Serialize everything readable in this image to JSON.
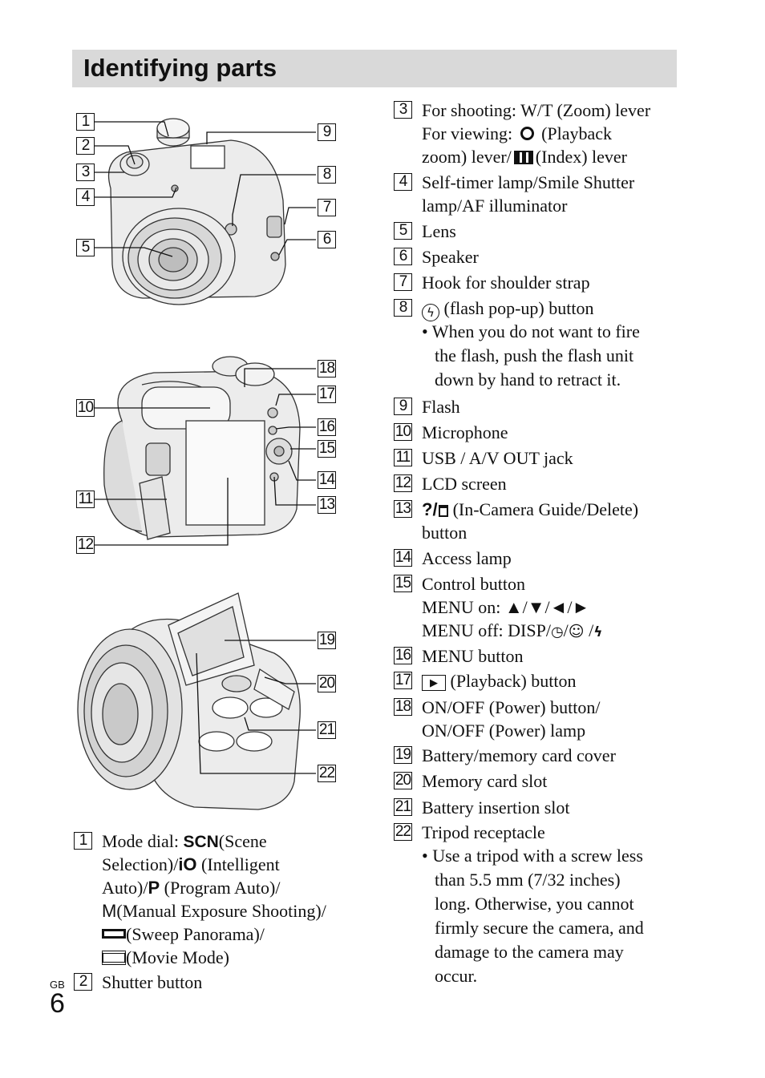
{
  "section_title": "Identifying parts",
  "page": {
    "lang_code": "GB",
    "number": "6"
  },
  "callouts": [
    "1",
    "2",
    "3",
    "4",
    "5",
    "6",
    "7",
    "8",
    "9",
    "10",
    "11",
    "12",
    "13",
    "14",
    "15",
    "16",
    "17",
    "18",
    "19",
    "20",
    "21",
    "22"
  ],
  "left_items": {
    "item1": {
      "num": "1",
      "lines": [
        "Mode dial:",
        "(Scene",
        "Selection)/",
        "(Intelligent",
        "Auto)/",
        "(Program Auto)/",
        "(Manual Exposure Shooting)/",
        "(Sweep Panorama)/",
        "(Movie Mode)"
      ],
      "icons": {
        "scene": "SCN",
        "intelligent": "iO",
        "program": "P",
        "manual": "M"
      }
    },
    "item2": {
      "num": "2",
      "text": "Shutter button"
    }
  },
  "right_items": {
    "i3": {
      "num": "3",
      "lines": [
        "For shooting: W/T (Zoom) lever",
        "For viewing:",
        "(Playback",
        "zoom) lever/",
        "(Index) lever"
      ]
    },
    "i4": {
      "num": "4",
      "lines": [
        "Self-timer lamp/Smile Shutter",
        "lamp/AF illuminator"
      ]
    },
    "i5": {
      "num": "5",
      "text": "Lens"
    },
    "i6": {
      "num": "6",
      "text": "Speaker"
    },
    "i7": {
      "num": "7",
      "text": "Hook for shoulder strap"
    },
    "i8": {
      "num": "8",
      "text": "(flash pop-up) button",
      "bullet": [
        "• When you do not want to fire",
        "the flash, push the flash unit",
        "down by hand to retract it."
      ]
    },
    "i9": {
      "num": "9",
      "text": "Flash"
    },
    "i10": {
      "num": "10",
      "text": "Microphone"
    },
    "i11": {
      "num": "11",
      "text": "USB / A/V OUT jack"
    },
    "i12": {
      "num": "12",
      "text": "LCD screen"
    },
    "i13": {
      "num": "13",
      "text": "(In-Camera Guide/Delete)",
      "line2": "button",
      "icon": "?/"
    },
    "i14": {
      "num": "14",
      "text": "Access lamp"
    },
    "i15": {
      "num": "15",
      "lines": [
        "Control button",
        "MENU on: ▲/▼/◄/►",
        "MENU off: DISP/",
        "/",
        " /"
      ]
    },
    "i16": {
      "num": "16",
      "text": "MENU button"
    },
    "i17": {
      "num": "17",
      "text": "(Playback) button"
    },
    "i18": {
      "num": "18",
      "lines": [
        "ON/OFF (Power) button/",
        "ON/OFF (Power) lamp"
      ]
    },
    "i19": {
      "num": "19",
      "text": "Battery/memory card cover"
    },
    "i20": {
      "num": "20",
      "text": "Memory card slot"
    },
    "i21": {
      "num": "21",
      "text": "Battery insertion slot"
    },
    "i22": {
      "num": "22",
      "text": "Tripod receptacle",
      "bullet": [
        "• Use a tripod with a screw less",
        "than 5.5 mm (7/32 inches)",
        "long. Otherwise, you cannot",
        "firmly secure the camera, and",
        "damage to the camera may",
        "occur."
      ]
    }
  }
}
